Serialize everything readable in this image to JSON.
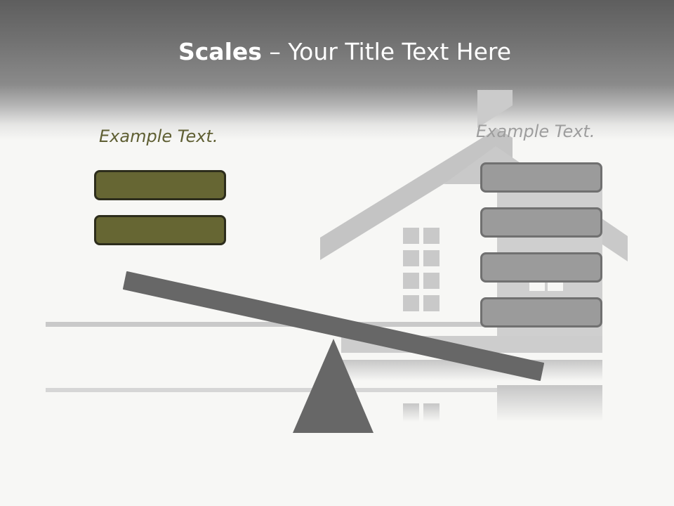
{
  "slide": {
    "title_bold": "Scales",
    "title_rest": " – Your Title Text Here",
    "left_caption": "Example Text.",
    "right_caption": "Example Text."
  },
  "colors": {
    "header": "#5e5e5e",
    "background": "#f7f7f5",
    "olive_box": "#666633",
    "gray_box": "#9b9b9b",
    "seesaw": "#676767",
    "house": "#c9c9c9"
  }
}
